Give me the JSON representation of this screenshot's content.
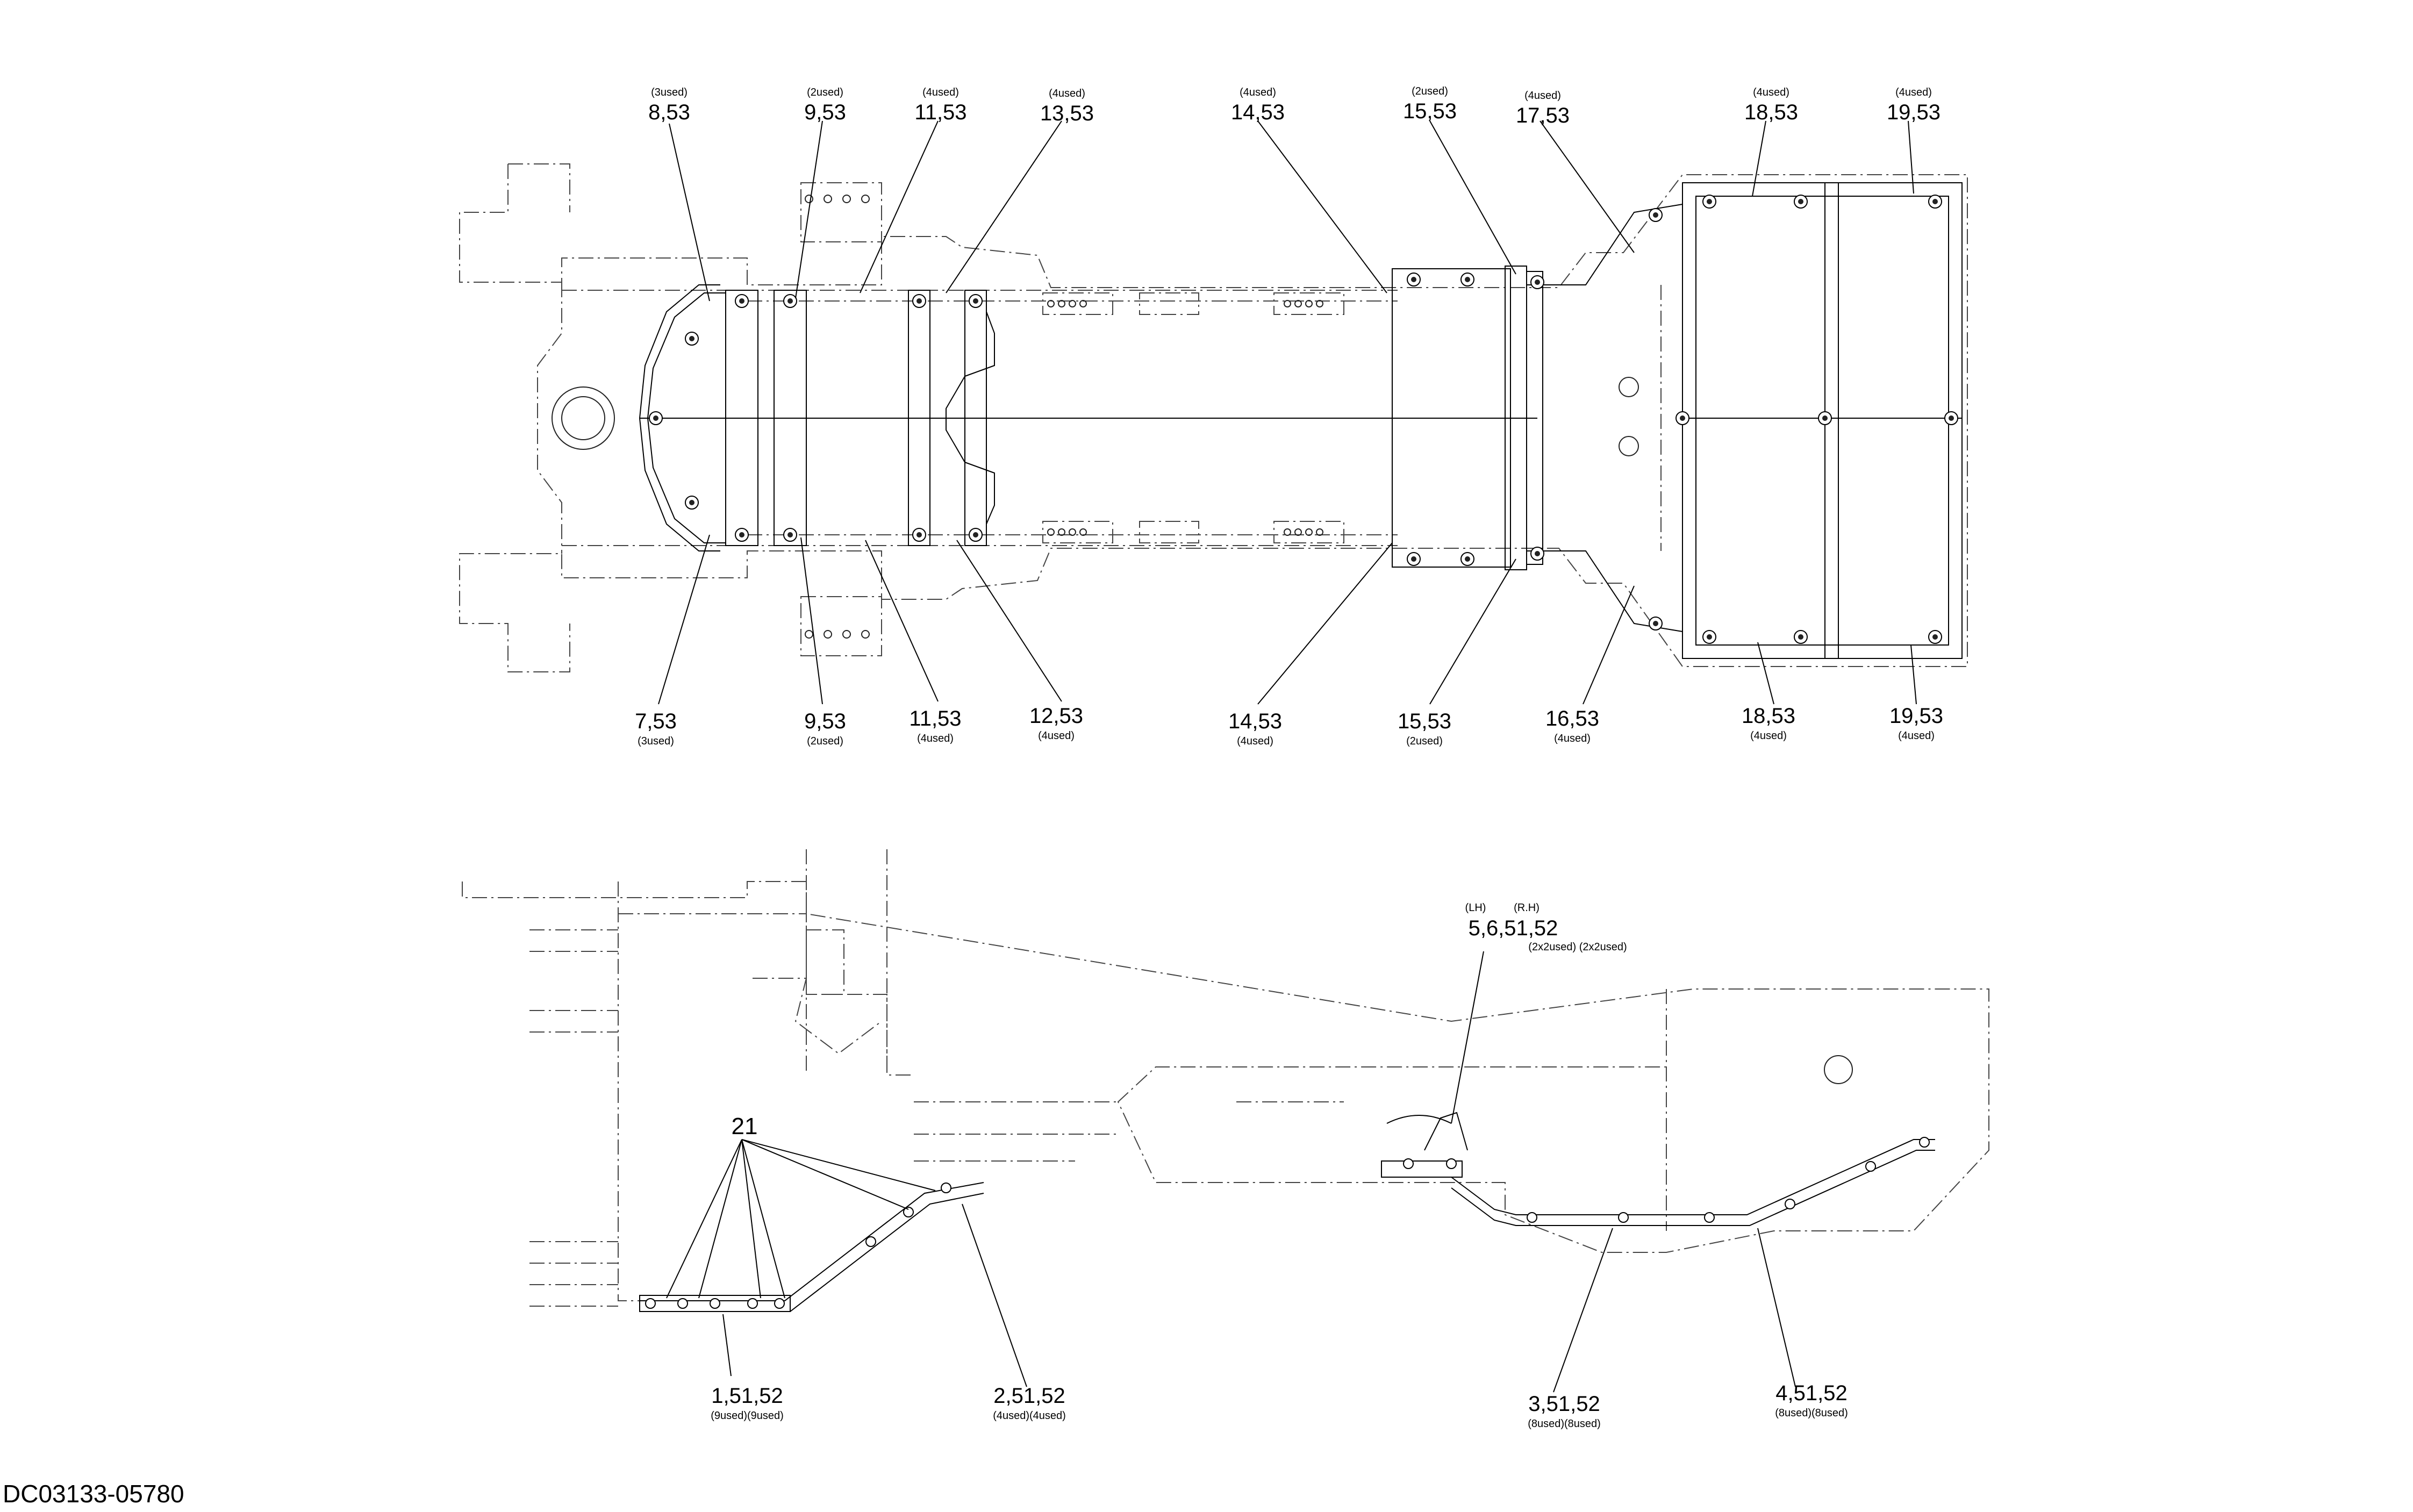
{
  "drawing_code": "DC03133-05780",
  "top_view": {
    "callouts_top": [
      {
        "qty": "(3used)",
        "label": "8,53"
      },
      {
        "qty": "(2used)",
        "label": "9,53"
      },
      {
        "qty": "(4used)",
        "label": "11,53"
      },
      {
        "qty": "(4used)",
        "label": "13,53"
      },
      {
        "qty": "(4used)",
        "label": "14,53"
      },
      {
        "qty": "(2used)",
        "label": "15,53"
      },
      {
        "qty": "(4used)",
        "label": "17,53"
      },
      {
        "qty": "(4used)",
        "label": "18,53"
      },
      {
        "qty": "(4used)",
        "label": "19,53"
      }
    ],
    "callouts_bottom": [
      {
        "label": "7,53",
        "qty": "(3used)"
      },
      {
        "label": "9,53",
        "qty": "(2used)"
      },
      {
        "label": "11,53",
        "qty": "(4used)"
      },
      {
        "label": "12,53",
        "qty": "(4used)"
      },
      {
        "label": "14,53",
        "qty": "(4used)"
      },
      {
        "label": "15,53",
        "qty": "(2used)"
      },
      {
        "label": "16,53",
        "qty": "(4used)"
      },
      {
        "label": "18,53",
        "qty": "(4used)"
      },
      {
        "label": "19,53",
        "qty": "(4used)"
      }
    ]
  },
  "side_view": {
    "side_lh": "(LH)",
    "side_rh": "(R.H)",
    "callout_5": {
      "label": "5,6,51,52",
      "qty": "(2x2used) (2x2used)"
    },
    "callout_21": {
      "label": "21"
    },
    "callouts_bottom": [
      {
        "label": "1,51,52",
        "qty": "(9used)(9used)"
      },
      {
        "label": "2,51,52",
        "qty": "(4used)(4used)"
      },
      {
        "label": "3,51,52",
        "qty": "(8used)(8used)"
      },
      {
        "label": "4,51,52",
        "qty": "(8used)(8used)"
      }
    ]
  }
}
